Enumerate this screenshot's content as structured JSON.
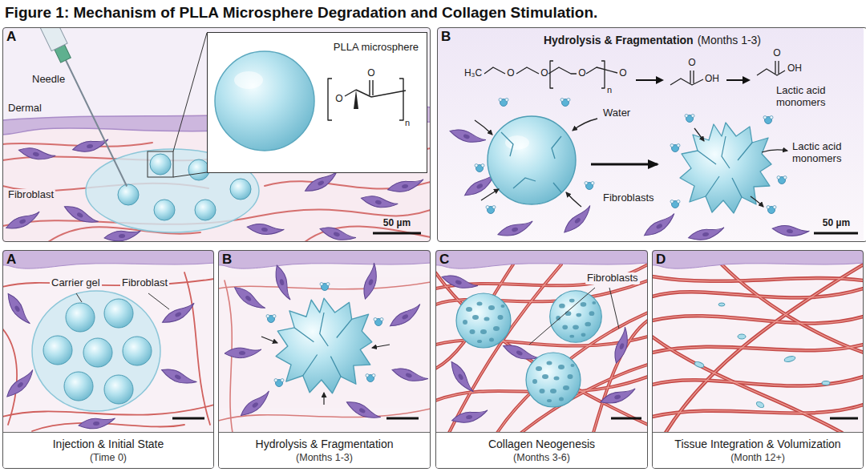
{
  "diagram": {
    "title": "Figure 1: Mechanism of PLLA Microsphere Degradation and Collagen Stimulation.",
    "nodes": [
      {
        "text": [
          "A"
        ]
      },
      {
        "text": [
          "PLLA microsphere"
        ],
        "in": 0
      },
      {
        "text": [
          "B",
          "Hydrolysis & Fragmentation",
          "(Months 1-3)"
        ]
      },
      {
        "text": [
          "A"
        ]
      },
      {
        "text": [
          "Injection & Initial State",
          "(Time 0)"
        ],
        "in": 3
      },
      {
        "text": [
          "B"
        ]
      },
      {
        "text": [
          "Hydrolysis & Fragmentation",
          "(Months 1-3)"
        ],
        "in": 5
      },
      {
        "text": [
          "C"
        ]
      },
      {
        "text": [
          "Collagen Neogenesis",
          "(Months 3-6)"
        ],
        "in": 7
      },
      {
        "text": [
          "D"
        ]
      },
      {
        "text": [
          "Tissue Integration & Volumization",
          "(Month 12+)"
        ],
        "in": 9
      }
    ],
    "labels": [
      "Needle",
      "Dermal",
      "Fibroblast",
      "O",
      "O",
      "n",
      "50 µm",
      "H₃C",
      "O",
      "O",
      "O",
      "n",
      "O",
      "O",
      "OH",
      "O",
      "OH",
      "Lactic acid monomers",
      "Water",
      "Lactic acid monomers",
      "Fibroblasts",
      "50 µm",
      "Carrier gel",
      "Fibroblast",
      "Fibroblasts"
    ]
  }
}
